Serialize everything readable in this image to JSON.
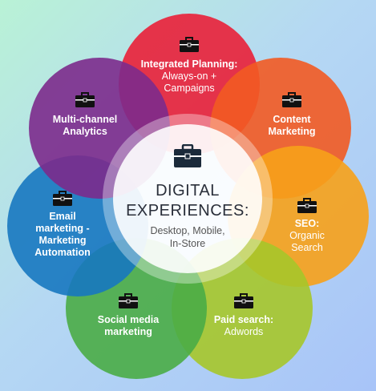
{
  "center": {
    "title_line1": "DIGITAL",
    "title_line2": "EXPERIENCES:",
    "sub_line1": "Desktop, Mobile,",
    "sub_line2": "In-Store"
  },
  "petals": [
    {
      "id": "integrated-planning",
      "color": "#e8243c",
      "title": "Integrated Planning:",
      "sub": [
        "Always-on +",
        "Campaigns"
      ],
      "icon": "briefcase-icon"
    },
    {
      "id": "content-marketing",
      "color": "#f25a22",
      "title": "Content",
      "sub": [],
      "title2": "Marketing",
      "icon": "briefcase-icon"
    },
    {
      "id": "seo",
      "color": "#f7a11a",
      "title": "SEO:",
      "sub": [
        "Organic",
        "Search"
      ],
      "icon": "briefcase-icon"
    },
    {
      "id": "paid-search",
      "color": "#a6c62a",
      "title": "Paid search:",
      "sub": [
        "Adwords"
      ],
      "icon": "briefcase-icon"
    },
    {
      "id": "social-media-marketing",
      "color": "#4aac46",
      "title": "Social media",
      "title2": "marketing",
      "sub": [],
      "icon": "briefcase-icon"
    },
    {
      "id": "email-marketing",
      "color": "#1778c0",
      "title": "Email",
      "title2": "marketing -",
      "title3": "Marketing",
      "title4": "Automation",
      "sub": [],
      "icon": "briefcase-icon"
    },
    {
      "id": "multi-channel-analytics",
      "color": "#7c2a8c",
      "title": "Multi-channel",
      "title2": "Analytics",
      "sub": [],
      "icon": "briefcase-icon"
    }
  ]
}
